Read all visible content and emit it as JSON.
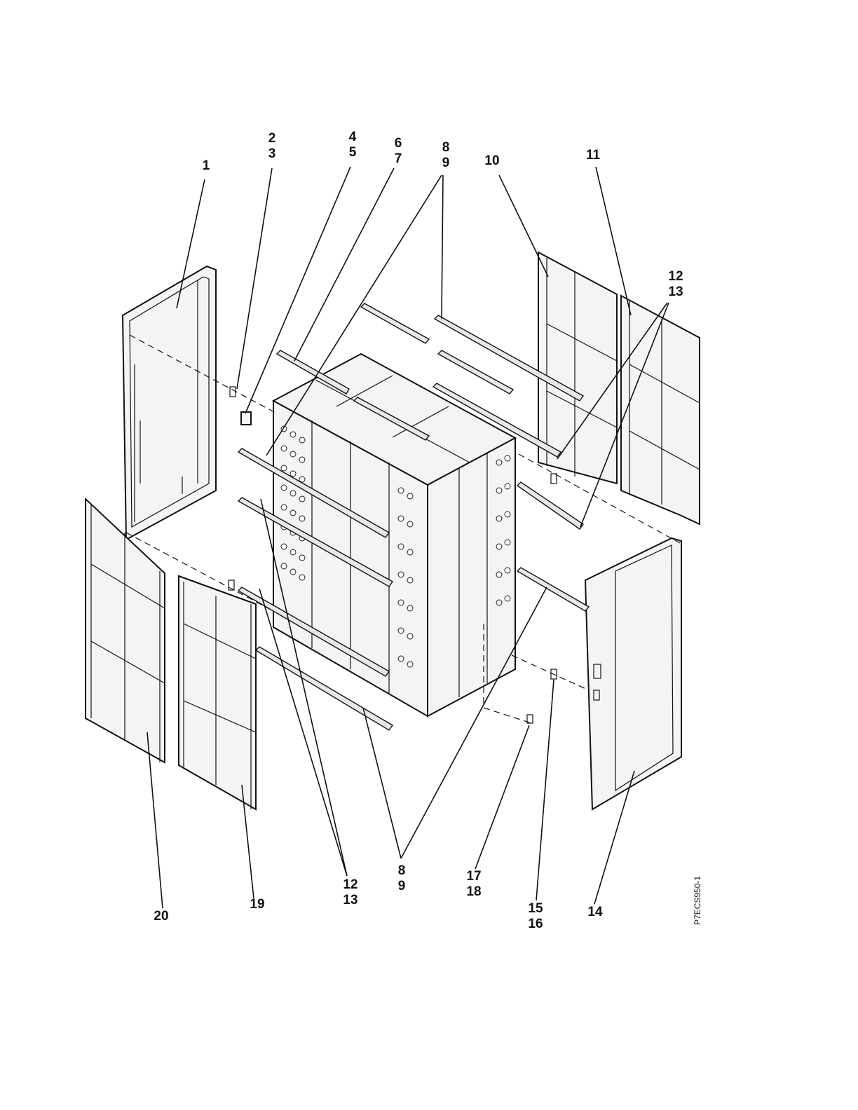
{
  "callouts": [
    {
      "id": "c1",
      "text": "1"
    },
    {
      "id": "c2",
      "text": "2\n3"
    },
    {
      "id": "c3",
      "text": "4\n5"
    },
    {
      "id": "c4",
      "text": "6\n7"
    },
    {
      "id": "c5",
      "text": "8\n9"
    },
    {
      "id": "c6",
      "text": "10"
    },
    {
      "id": "c7",
      "text": "11"
    },
    {
      "id": "c8",
      "text": "12\n13"
    },
    {
      "id": "c9",
      "text": "20"
    },
    {
      "id": "c10",
      "text": "19"
    },
    {
      "id": "c11",
      "text": "12\n13"
    },
    {
      "id": "c12",
      "text": "8\n9"
    },
    {
      "id": "c13",
      "text": "17\n18"
    },
    {
      "id": "c14",
      "text": "15\n16"
    },
    {
      "id": "c15",
      "text": "14"
    }
  ],
  "figure_id": "P7ECS950-1"
}
